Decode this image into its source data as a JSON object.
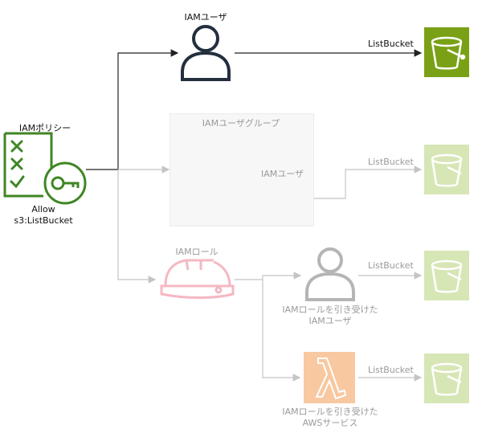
{
  "policy": {
    "title": "IAMポリシー",
    "statement_line1": "Allow",
    "statement_line2": "s3:ListBucket"
  },
  "user": {
    "label": "IAMユーザ",
    "action": "ListBucket"
  },
  "group": {
    "title": "IAMユーザグループ",
    "member_label": "IAMユーザ",
    "action": "ListBucket"
  },
  "role": {
    "label": "IAMロール",
    "assumed_user_line1": "IAMロールを引き受けた",
    "assumed_user_line2": "IAMユーザ",
    "assumed_user_action": "ListBucket",
    "assumed_service_line1": "IAMロールを引き受けた",
    "assumed_service_line2": "AWSサービス",
    "assumed_service_action": "ListBucket"
  },
  "colors": {
    "policy_green": "#3f8624",
    "bucket_green": "#7aa116",
    "bucket_faded": "#d7e6b5",
    "lambda_orange": "#f8c8a0",
    "role_pink": "#f4b8c2",
    "faded_gray": "#b5b5b5",
    "line_dark": "#222222"
  }
}
